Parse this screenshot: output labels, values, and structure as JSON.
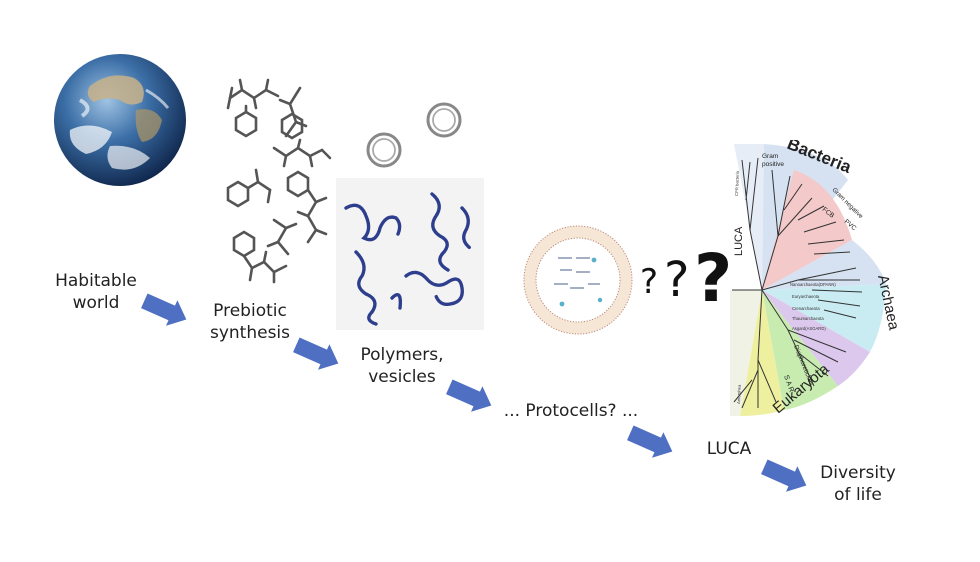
{
  "stages": {
    "habitable": [
      "Habitable",
      "world"
    ],
    "prebiotic": [
      "Prebiotic",
      "synthesis"
    ],
    "polymers": [
      "Polymers,",
      "vesicles"
    ],
    "protocells": "... Protocells? ...",
    "luca": "LUCA",
    "diversity": [
      "Diversity",
      "of life"
    ]
  },
  "question_marks": [
    "?",
    "?",
    "?"
  ],
  "tree": {
    "root_label": "LUCA",
    "domains": [
      "Bacteria",
      "Archaea",
      "Eukaryota"
    ],
    "bacteria_groups": [
      "Gram",
      "positive",
      "Gram negative",
      "FCB",
      "PVC",
      "CPR bacteria"
    ],
    "eukaryote_groups": [
      "Diaphoretickes",
      "S A R",
      "Amorphea"
    ],
    "archaea_tips": [
      "Nanoarchaeota(DPANN)",
      "Euryarchaeota",
      "Crenarchaeota",
      "Thaumarchaeota",
      "Asgard(ASGARD)"
    ],
    "colors": {
      "bacteria": "#d6e2f2",
      "bacteria_red": "#f3c9c9",
      "archaea": "#c9ecf3",
      "eukaryota_purple": "#dcc8ec",
      "eukaryota_green": "#c8ecb0",
      "eukaryota_yellow": "#eef0a0"
    }
  },
  "colors": {
    "arrow": "#4f6fc2",
    "polymer": "#2c3e8c",
    "membrane": "#e6c7a6"
  }
}
